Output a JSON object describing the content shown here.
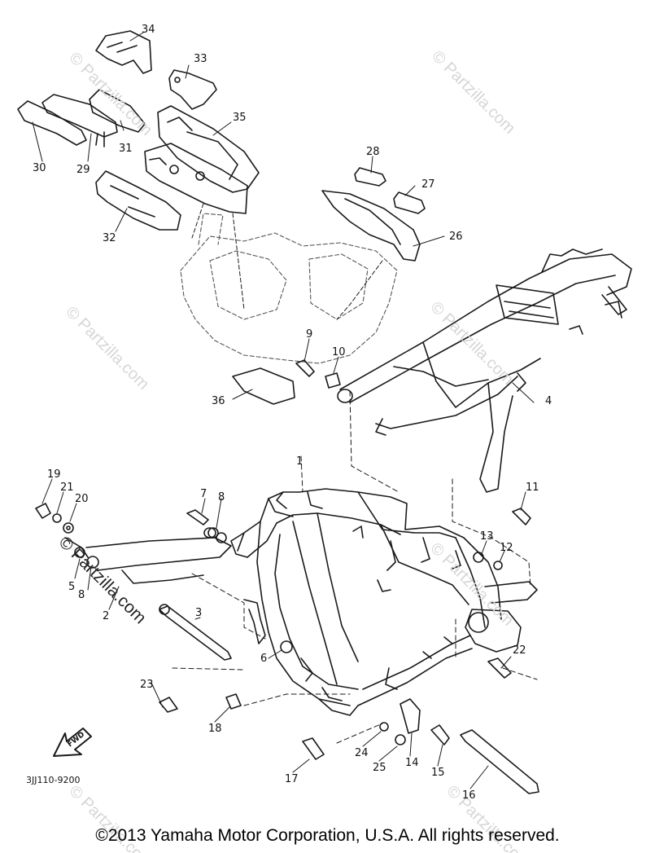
{
  "diagram": {
    "part_code": "3JJ110-9200",
    "copyright": "©2013  Yamaha Motor Corporation, U.S.A. All rights reserved.",
    "watermark_text": "© Partzilla.com",
    "fwd_label": "FWD",
    "callouts": [
      "1",
      "2",
      "3",
      "4",
      "5",
      "6",
      "7",
      "8",
      "9",
      "10",
      "11",
      "12",
      "13",
      "14",
      "15",
      "16",
      "17",
      "18",
      "19",
      "20",
      "21",
      "22",
      "23",
      "24",
      "25",
      "26",
      "27",
      "28",
      "29",
      "30",
      "31",
      "32",
      "33",
      "34",
      "35",
      "36",
      "8"
    ]
  }
}
